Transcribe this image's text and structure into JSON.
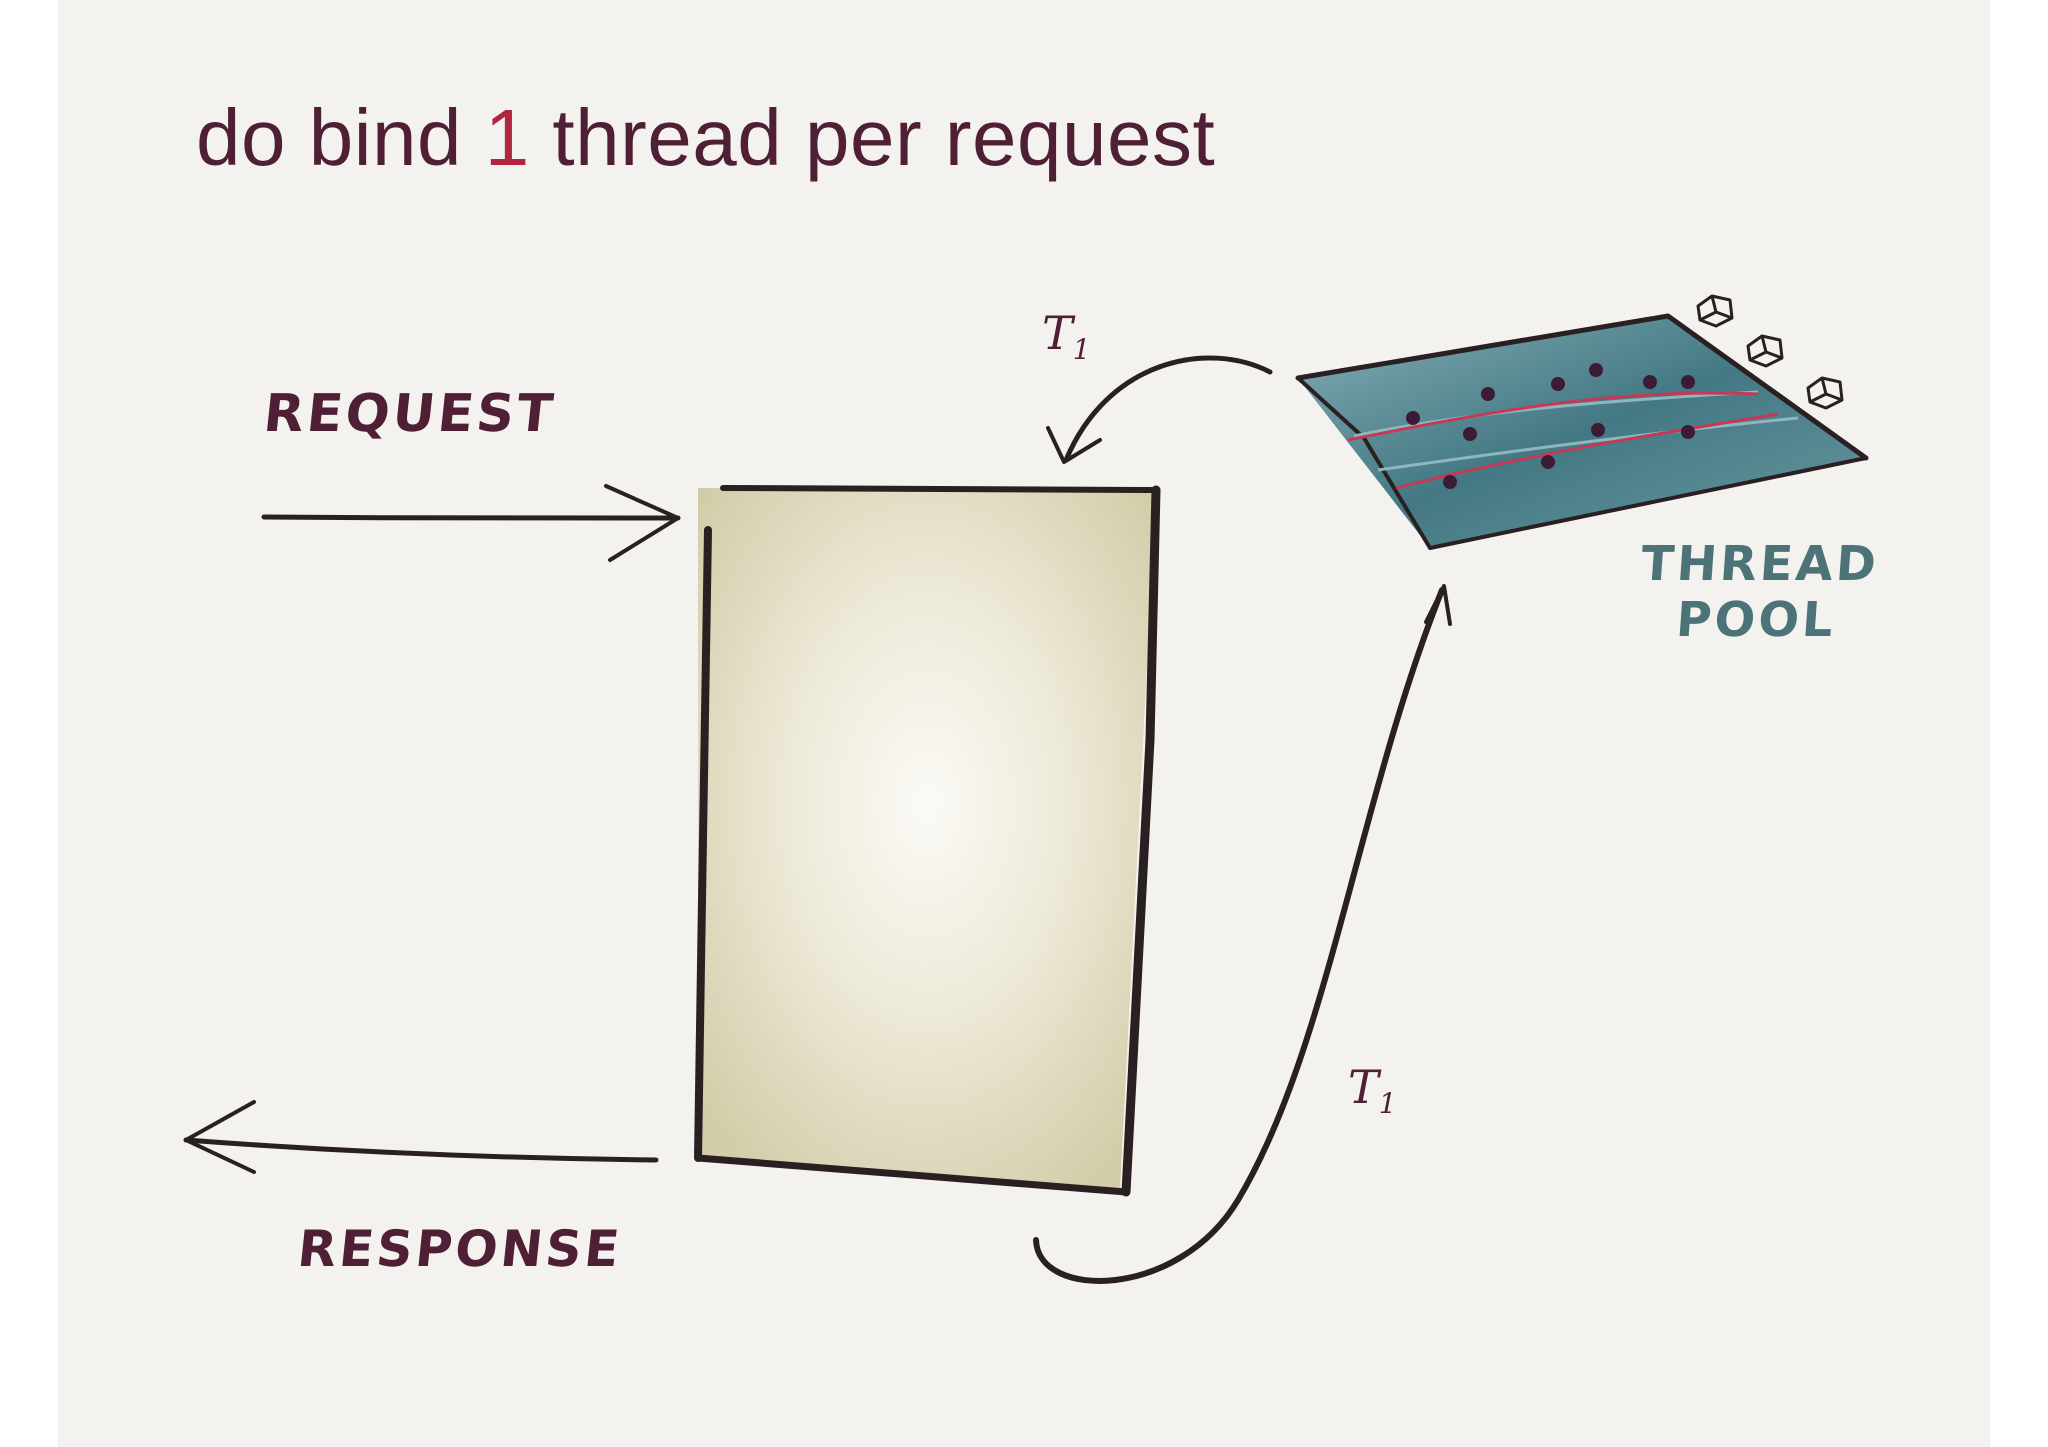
{
  "title": {
    "prefix": "do bind ",
    "highlight": "1",
    "suffix": " thread per request"
  },
  "labels": {
    "request": "REQUEST",
    "response": "RESPONSE",
    "thread_pool_line1": "THREAD",
    "thread_pool_line2": "POOL",
    "t_top": "T",
    "t_top_sub": "1",
    "t_bottom": "T",
    "t_bottom_sub": "1"
  },
  "colors": {
    "background": "#f4f2ee",
    "ink": "#2a2022",
    "title": "#4e1f35",
    "accent": "#b0263f",
    "pool": "#2f6b78",
    "pool_label": "#4c7377"
  }
}
